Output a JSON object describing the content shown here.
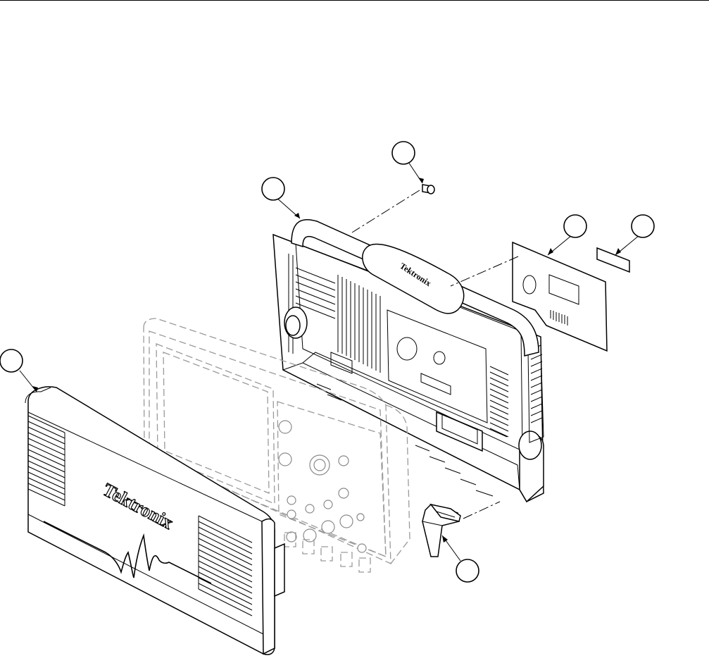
{
  "diagram": {
    "parts": [
      {
        "id": "front-cover",
        "logo": "Tektronix"
      },
      {
        "id": "rear-case"
      },
      {
        "id": "rear-screw"
      },
      {
        "id": "rear-label"
      },
      {
        "id": "small-label"
      },
      {
        "id": "front-panel-instrument"
      },
      {
        "id": "foot"
      }
    ],
    "handle_logo": "Tektronix",
    "callouts": [
      {
        "part": "front-cover",
        "label": ""
      },
      {
        "part": "rear-case",
        "label": ""
      },
      {
        "part": "rear-screw",
        "label": ""
      },
      {
        "part": "rear-label",
        "label": ""
      },
      {
        "part": "small-label",
        "label": ""
      },
      {
        "part": "foot",
        "label": ""
      }
    ]
  }
}
